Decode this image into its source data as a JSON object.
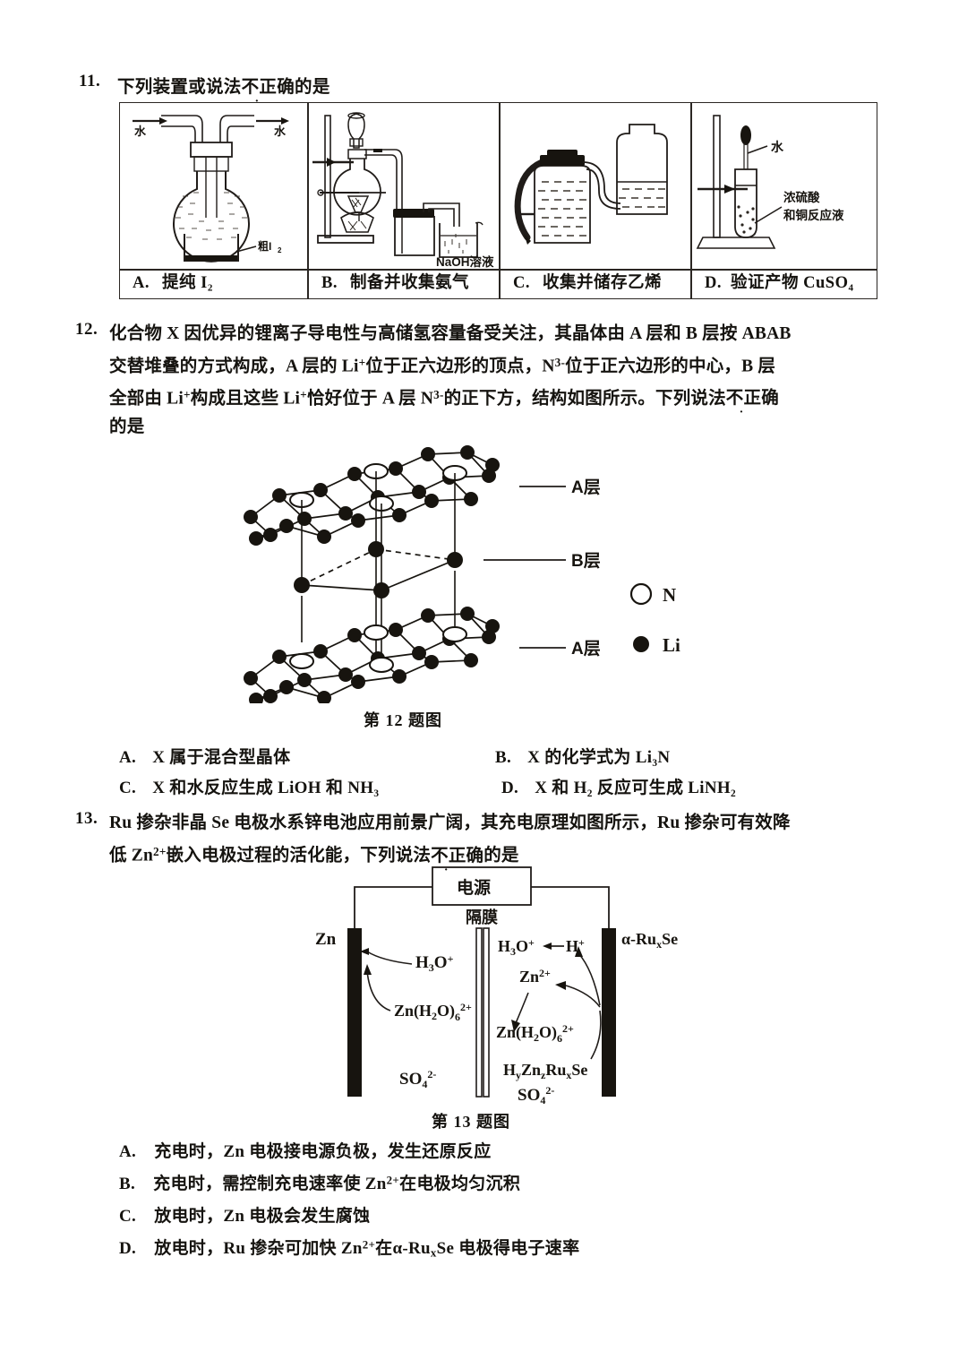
{
  "question11": {
    "number": "11.",
    "stem_before": "下列装置或说法",
    "stem_emph": "不正确",
    "stem_after": "的是",
    "table": {
      "cells": [
        {
          "key": "A",
          "caption_letter": "A.",
          "caption_text": "提纯 I₂",
          "figure_name": "sublimation-apparatus",
          "labels": {
            "left_water": "水",
            "right_water": "水",
            "sample": "粗I₂"
          }
        },
        {
          "key": "B",
          "caption_letter": "B.",
          "caption_text": "制备并收集氨气",
          "figure_name": "ammonia-generation-apparatus",
          "labels": {
            "solution": "NaOH溶液"
          }
        },
        {
          "key": "C",
          "caption_letter": "C.",
          "caption_text": "收集并储存乙烯",
          "figure_name": "gas-collection-bottles",
          "labels": {}
        },
        {
          "key": "D",
          "caption_letter": "D.",
          "caption_text": "验证产物 CuSO₄",
          "figure_name": "test-tube-stand-apparatus",
          "labels": {
            "water": "水",
            "reagent": "浓硫酸",
            "reagent2": "和铜反应液"
          }
        }
      ]
    }
  },
  "question12": {
    "number": "12.",
    "line1": "化合物 X 因优异的锂离子导电性与高储氢容量备受关注，其晶体由 A 层和 B 层按 ABAB",
    "line2_a": "交替堆叠的方式构成，A 层的 Li",
    "line2_sup1": "+",
    "line2_b": "位于正六边形的顶点，N",
    "line2_sup2": "3-",
    "line2_c": "位于正六边形的中心，B 层",
    "line3_a": "全部由 Li",
    "line3_sup1": "+",
    "line3_b": "构成且这些 Li",
    "line3_sup2": "+",
    "line3_c": "恰好位于 A 层 N",
    "line3_sup3": "3-",
    "line3_d": "的正下方，结构如图所示。下列说法",
    "line3_emph": "不正确",
    "line4": "的是",
    "figure": {
      "caption": "第 12 题图",
      "layer_labels": [
        "A层",
        "B层",
        "A层"
      ],
      "legend": [
        {
          "symbol": "open-circle",
          "label": "N"
        },
        {
          "symbol": "filled-circle",
          "label": "Li"
        }
      ]
    },
    "options": [
      {
        "key": "A.",
        "text_a": "X 属于混合型晶体",
        "formula": ""
      },
      {
        "key": "B.",
        "text_a": "X 的化学式为 Li₃N",
        "formula": ""
      },
      {
        "key": "C.",
        "text_a": "X 和水反应生成 LiOH 和 NH₃",
        "formula": ""
      },
      {
        "key": "D.",
        "text_a": "X 和 H₂ 反应可生成 LiNH₂",
        "formula": ""
      }
    ]
  },
  "question13": {
    "number": "13.",
    "line1_a": "Ru 掺杂非晶 Se 电极水系锌电池应用前景广阔，其充电原理如图所示，Ru 掺杂可有效降",
    "line2_a": "低 Zn",
    "line2_sup": "2+",
    "line2_b": "嵌入电极过程的活化能，下列说法",
    "line2_emph": "不正确",
    "line2_c": "的是",
    "figure": {
      "caption": "第 13 题图",
      "power_source": "电源",
      "separator": "隔膜",
      "left_electrode": "Zn",
      "right_electrode_a": "α-Ru",
      "right_electrode_sub": "x",
      "right_electrode_b": "Se",
      "species": {
        "left_hydronium": "H₃O⁺",
        "left_zinc_aqua": "Zn(H₂O)₆²⁺",
        "left_sulfate": "SO₄²⁻",
        "right_hydronium": "H₃O⁺",
        "right_proton": "H⁺",
        "right_zinc_ion": "Zn²⁺",
        "right_zinc_aqua": "Zn(H₂O)₆²⁺",
        "right_intercalate": "HᵧZn_zRuₓSe",
        "right_sulfate": "SO₄²⁻"
      }
    },
    "options": [
      {
        "key": "A.",
        "text": "充电时，Zn 电极接电源负极，发生还原反应"
      },
      {
        "key": "B.",
        "text_a": "充电时，需控制充电速率使 Zn",
        "sup": "2+",
        "text_b": "在电极均匀沉积"
      },
      {
        "key": "C.",
        "text": "放电时，Zn 电极会发生腐蚀"
      },
      {
        "key": "D.",
        "text_a": "放电时，Ru 掺杂可加快 Zn",
        "sup": "2+",
        "text_b": "在α-Ru",
        "sub": "x",
        "text_c": "Se 电极得电子速率"
      }
    ]
  },
  "colors": {
    "ink": "#15130f",
    "rule": "#2b2723",
    "paper": "#ffffff"
  }
}
